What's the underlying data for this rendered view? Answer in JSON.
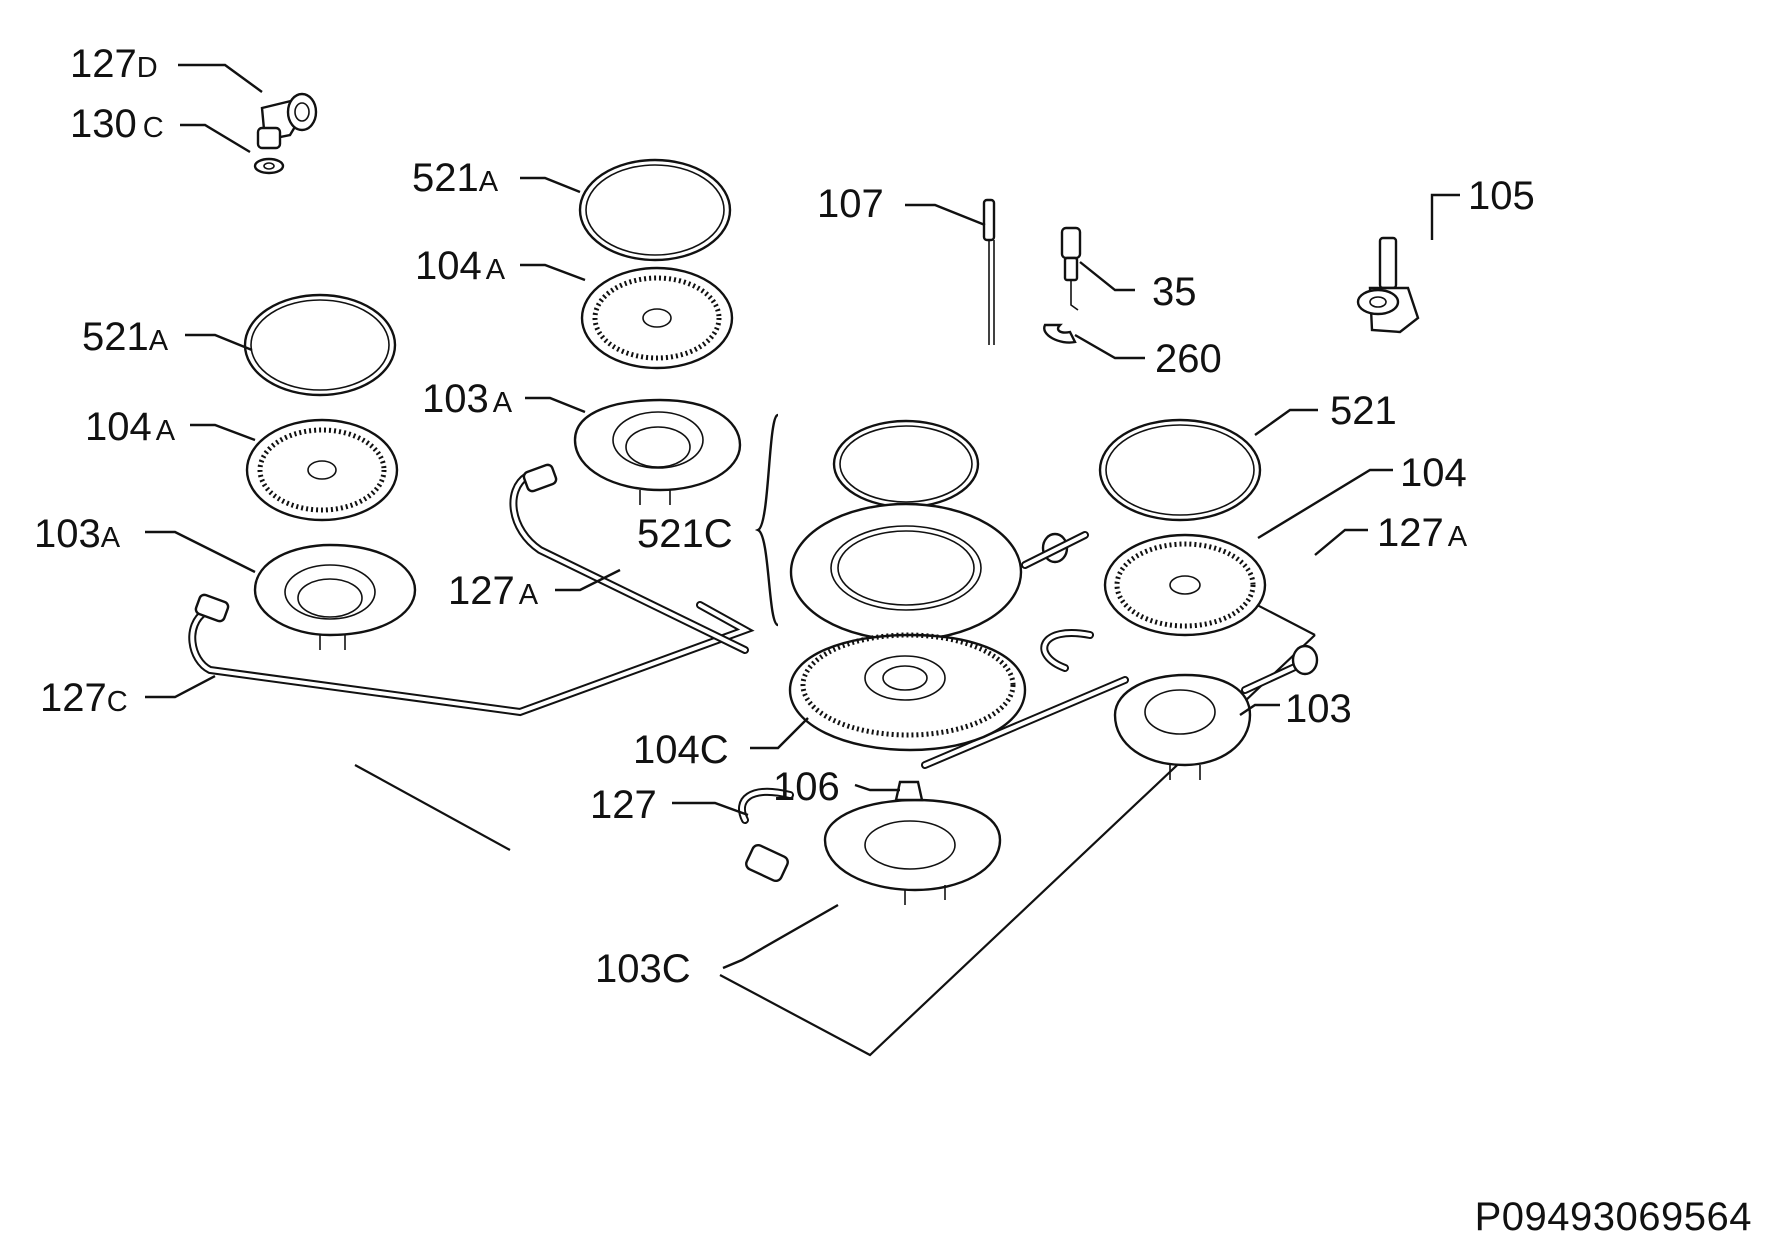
{
  "drawing_code": "P09493069564",
  "callouts": [
    {
      "id": "127D-top",
      "num": "127",
      "suffix": "D"
    },
    {
      "id": "130C",
      "num": "130",
      "suffix": "C"
    },
    {
      "id": "521A-center",
      "num": "521",
      "suffix": "A"
    },
    {
      "id": "104A-center",
      "num": "104",
      "suffix": "A"
    },
    {
      "id": "103A-center",
      "num": "103",
      "suffix": "A"
    },
    {
      "id": "521A-left",
      "num": "521",
      "suffix": "A"
    },
    {
      "id": "104A-left",
      "num": "104",
      "suffix": "A"
    },
    {
      "id": "103A-left",
      "num": "103",
      "suffix": "A"
    },
    {
      "id": "127A-center",
      "num": "127",
      "suffix": "A"
    },
    {
      "id": "127C",
      "num": "127",
      "suffix": "C"
    },
    {
      "id": "107",
      "num": "107",
      "suffix": ""
    },
    {
      "id": "35",
      "num": "35",
      "suffix": ""
    },
    {
      "id": "260",
      "num": "260",
      "suffix": ""
    },
    {
      "id": "105",
      "num": "105",
      "suffix": ""
    },
    {
      "id": "521",
      "num": "521",
      "suffix": ""
    },
    {
      "id": "104",
      "num": "104",
      "suffix": ""
    },
    {
      "id": "127A-right",
      "num": "127",
      "suffix": "A"
    },
    {
      "id": "521C",
      "num": "521C",
      "suffix": ""
    },
    {
      "id": "103",
      "num": "103",
      "suffix": ""
    },
    {
      "id": "104C",
      "num": "104C",
      "suffix": ""
    },
    {
      "id": "106",
      "num": "106",
      "suffix": ""
    },
    {
      "id": "127",
      "num": "127",
      "suffix": ""
    },
    {
      "id": "103C",
      "num": "103C",
      "suffix": ""
    }
  ]
}
